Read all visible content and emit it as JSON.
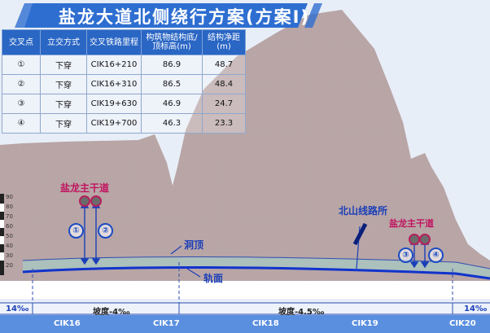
{
  "title": "盐龙大道北侧绕行方案(方案I)",
  "table": {
    "headers": [
      "交叉点",
      "立交方式",
      "交叉铁路里程",
      "构筑物结构底/顶标高(m)",
      "结构净距(m)"
    ],
    "rows": [
      [
        "①",
        "下穿",
        "CIK16+210",
        "86.9",
        "48.7"
      ],
      [
        "②",
        "下穿",
        "CIK16+310",
        "86.5",
        "48.4"
      ],
      [
        "③",
        "下穿",
        "CIK19+630",
        "46.9",
        "24.7"
      ],
      [
        "④",
        "下穿",
        "CIK19+700",
        "46.3",
        "23.3"
      ]
    ]
  },
  "labels": {
    "road_left": "盐龙主干道",
    "road_right": "盐龙主干道",
    "station": "北山线路所",
    "tunnel_top": "洞顶",
    "rail_surface": "轨面",
    "grade_left_edge": "14‰",
    "grade_1": "坡度-4‰",
    "grade_2": "坡度-4.5‰",
    "grade_right_edge": "14‰"
  },
  "markers": [
    "①",
    "②",
    "③",
    "④"
  ],
  "mileage": [
    "CIK16",
    "CIK17",
    "CIK18",
    "CIK19",
    "CIK20"
  ],
  "y_ticks": [
    "90",
    "80",
    "70",
    "60",
    "50",
    "40",
    "30",
    "20"
  ],
  "colors": {
    "title_bar": "#2e6ed1",
    "mountain": "#b8a5a6",
    "sky": "#e8eef7",
    "track": "#1133cc",
    "label_blue": "#1b3fb8",
    "label_red": "#c0145f",
    "bottom_bar": "#5a8fe0"
  }
}
